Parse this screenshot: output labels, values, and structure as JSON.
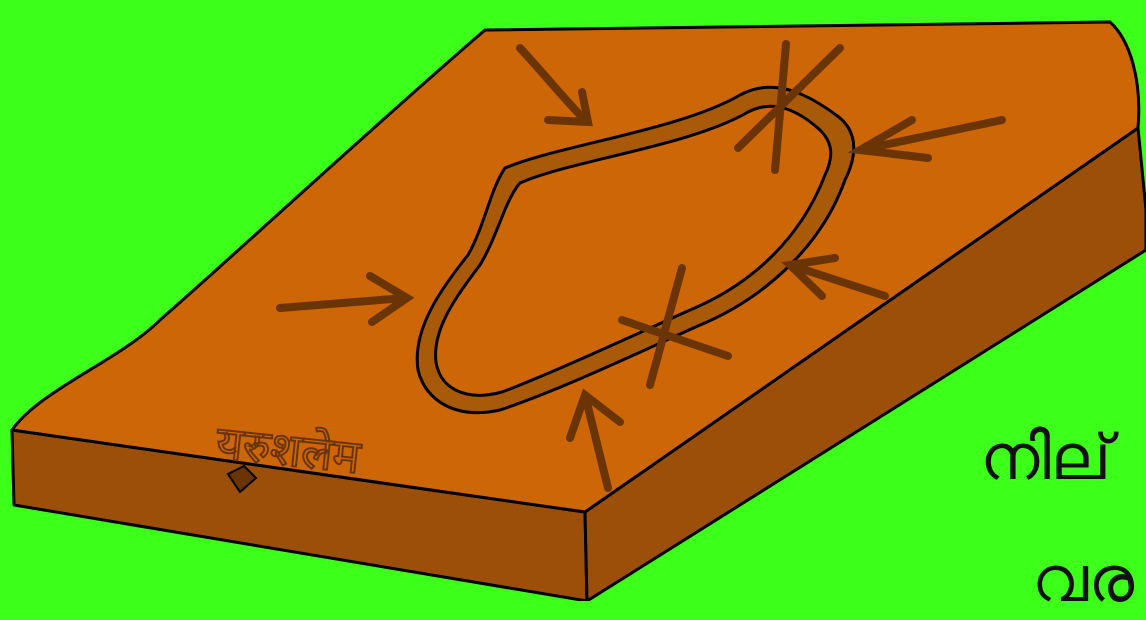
{
  "scene": {
    "background_color": "#3cff1a",
    "slab_top_color": "#cc6606",
    "slab_side_color": "#9c4f08",
    "wall_color": "#a85a08",
    "arrow_color": "#6b3405",
    "outline_color": "#000000"
  },
  "slab_label": "यरुशलेम",
  "side_text": {
    "line1": "നില്",
    "line2": "വര"
  }
}
